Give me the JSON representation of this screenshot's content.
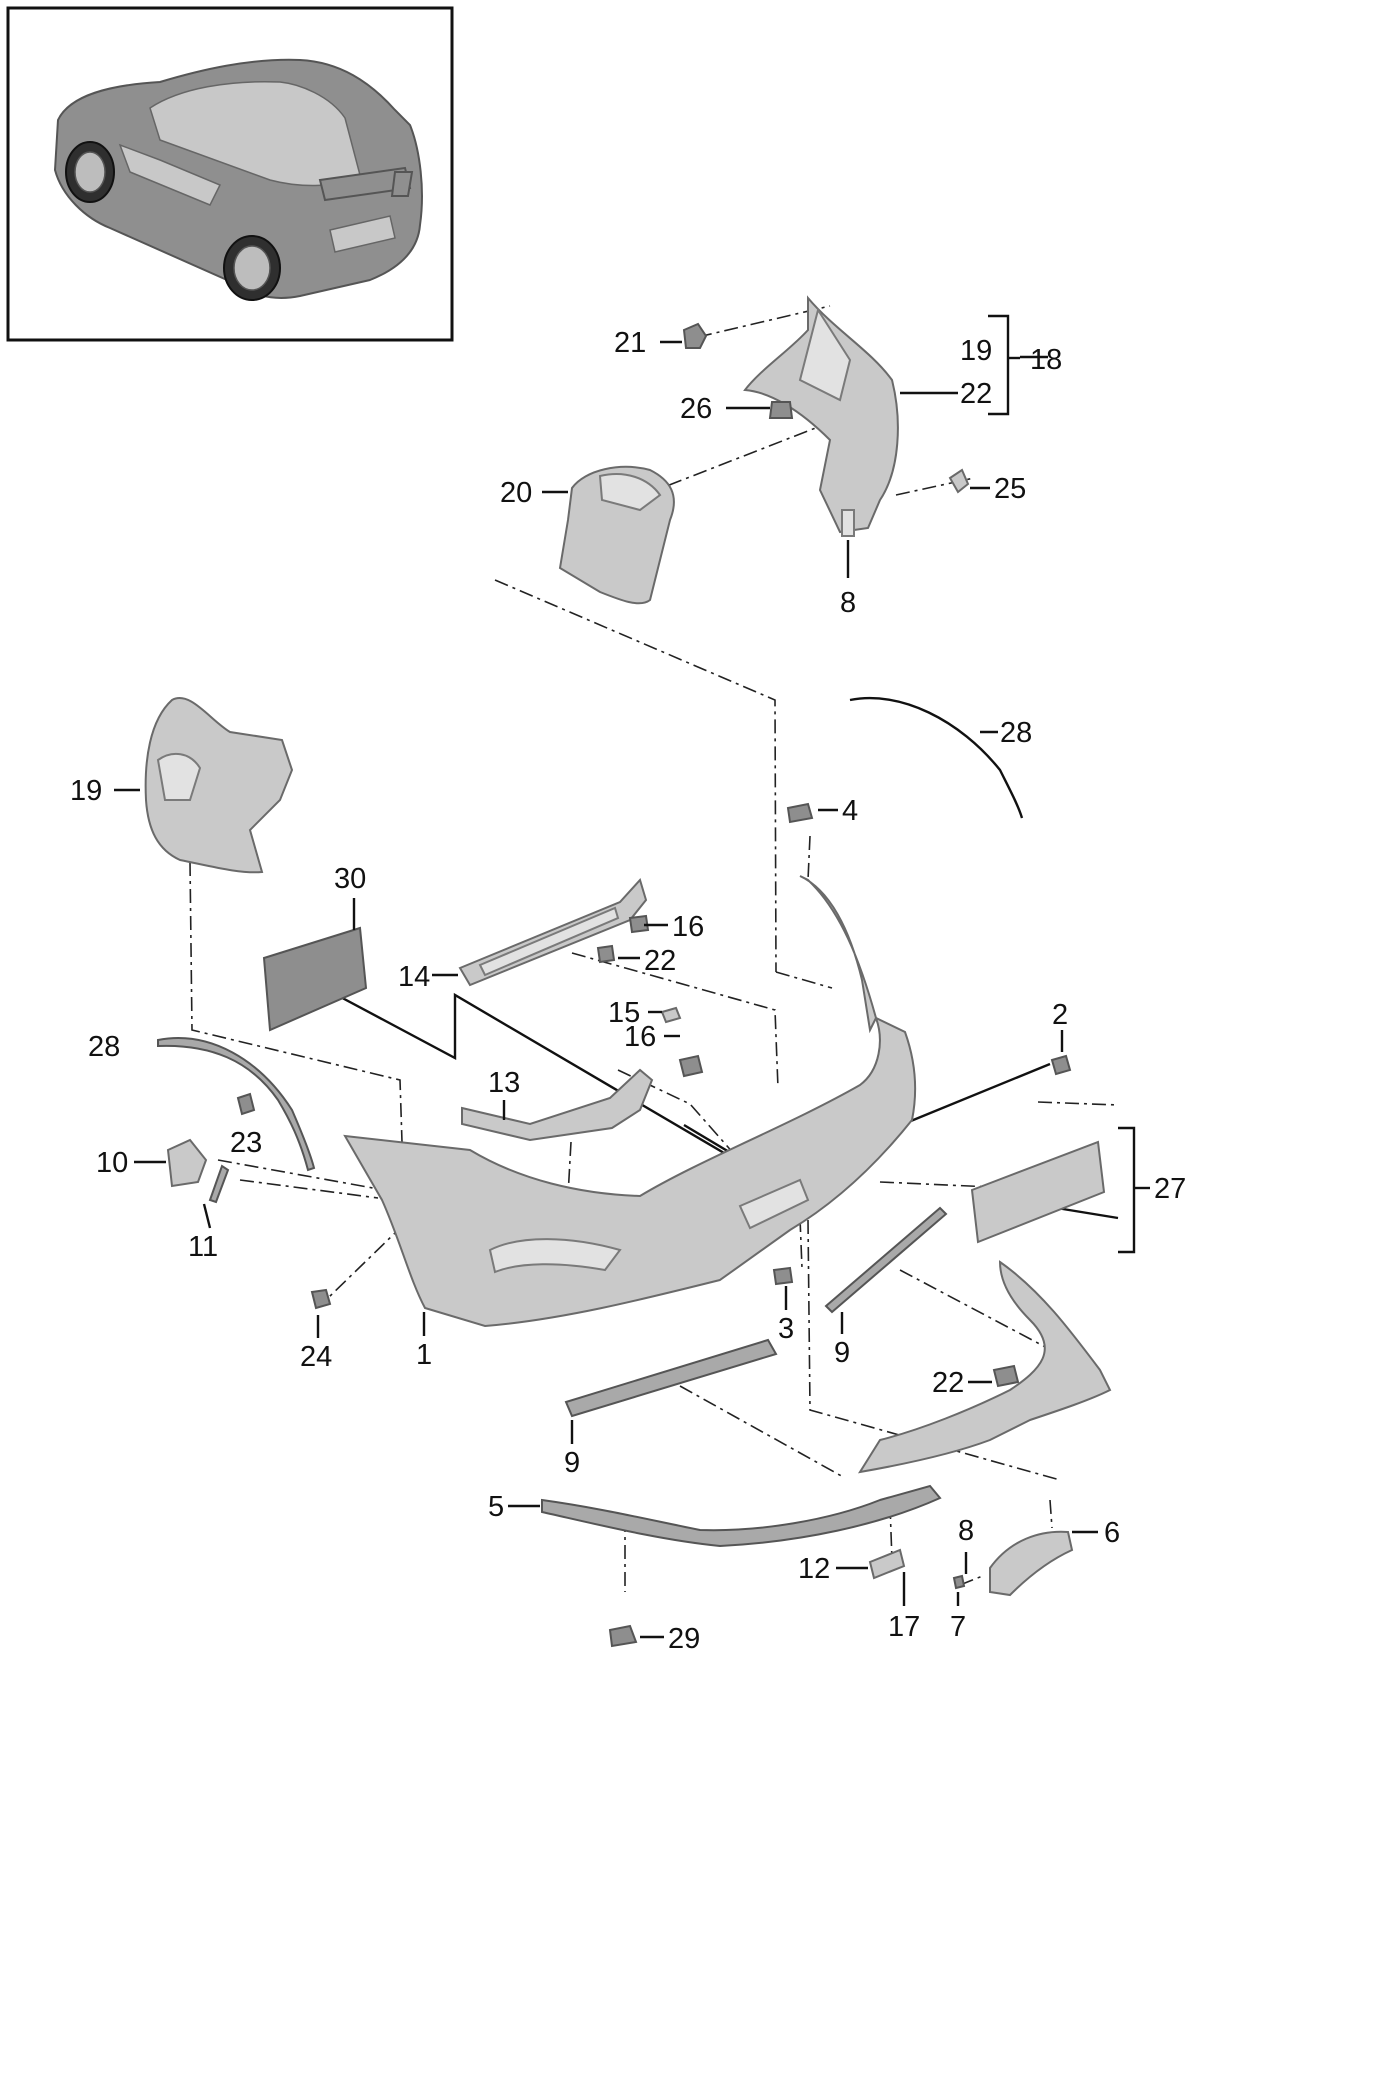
{
  "callouts": {
    "c1": "1",
    "c2": "2",
    "c3": "3",
    "c4": "4",
    "c5": "5",
    "c6": "6",
    "c7": "7",
    "c8_top": "8",
    "c8_bottom": "8",
    "c9_left": "9",
    "c9_right": "9",
    "c10": "10",
    "c11": "11",
    "c12": "12",
    "c13": "13",
    "c14": "14",
    "c15": "15",
    "c16_upper": "16",
    "c16_lower": "16",
    "c17": "17",
    "c18": "18",
    "c19_group": "19",
    "c19_part": "19",
    "c20": "20",
    "c21": "21",
    "c22_group": "22",
    "c22_mid": "22",
    "c22_lower": "22",
    "c23": "23",
    "c24": "24",
    "c25": "25",
    "c26": "26",
    "c27": "27",
    "c28_upper": "28",
    "c28_lower": "28",
    "c29": "29",
    "c30": "30"
  },
  "colors": {
    "line": "#111111",
    "part_fill": "#c9c9c9",
    "part_dark": "#8e8e8e",
    "background": "#ffffff"
  }
}
